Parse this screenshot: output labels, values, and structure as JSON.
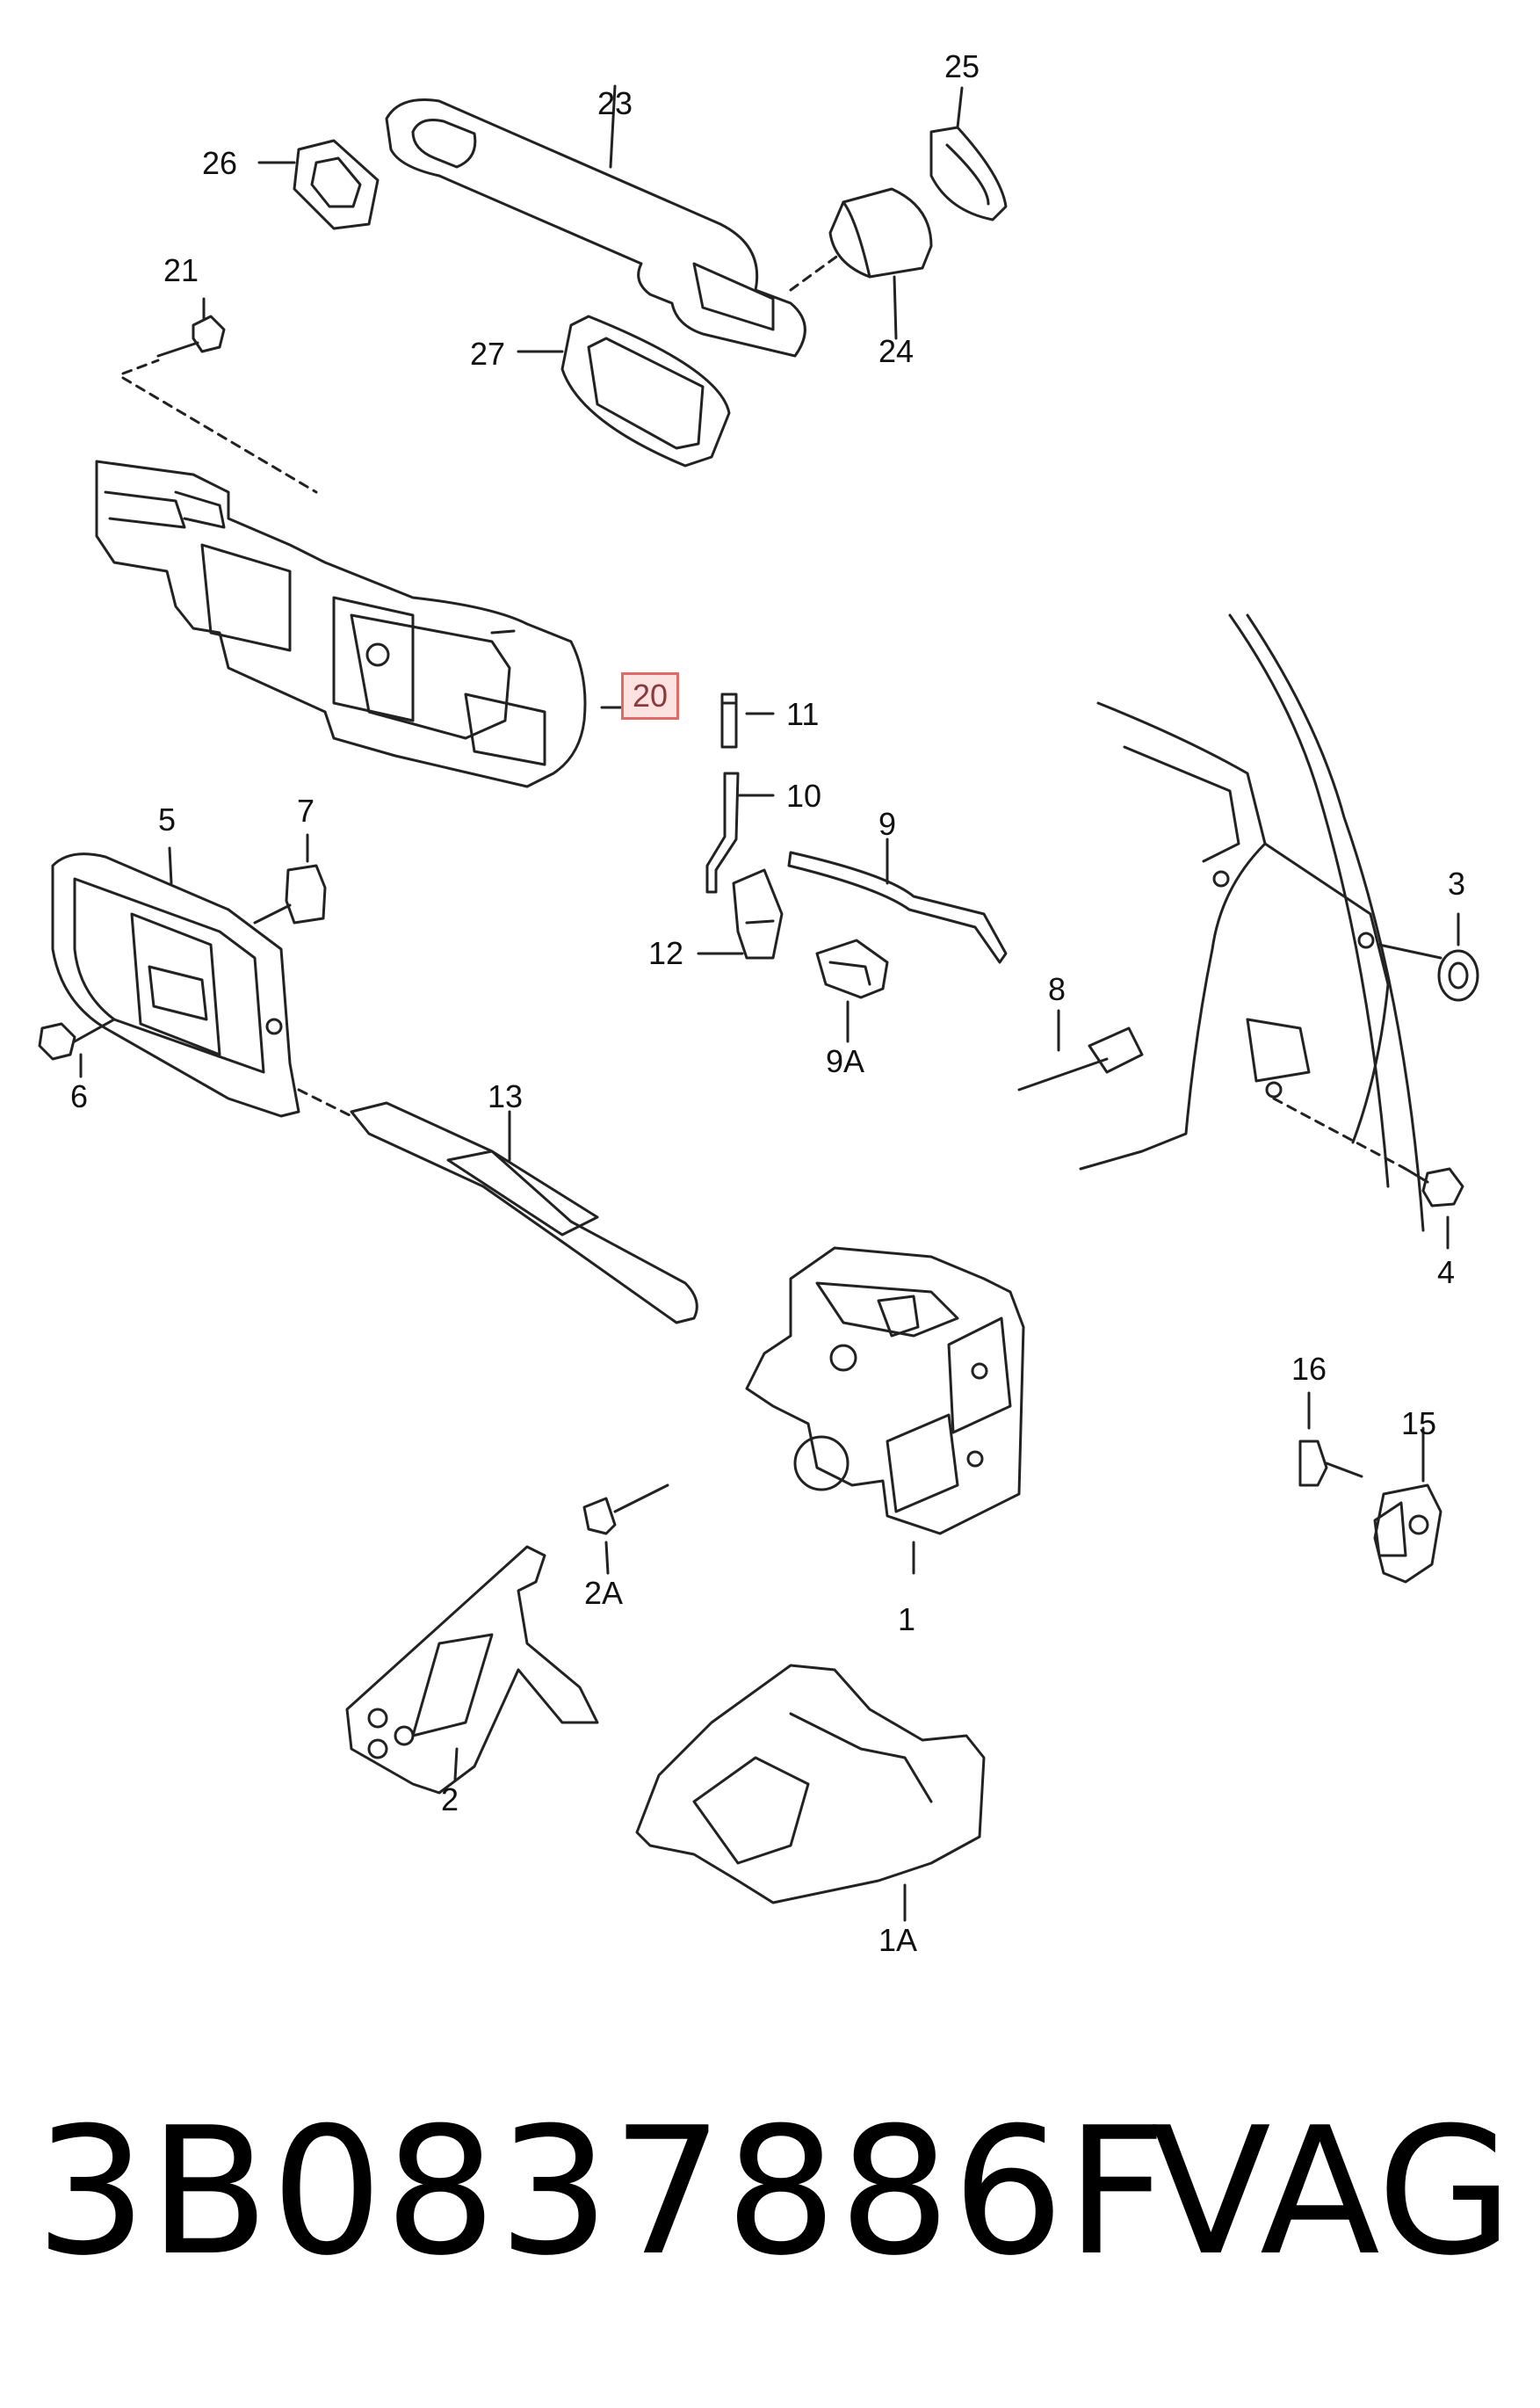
{
  "labels": {
    "c25": "25",
    "c23": "23",
    "c26": "26",
    "c21": "21",
    "c27": "27",
    "c24": "24",
    "c20": "20",
    "c11": "11",
    "c10": "10",
    "c9": "9",
    "c5": "5",
    "c7": "7",
    "c12": "12",
    "c9A": "9A",
    "c3": "3",
    "c8": "8",
    "c6": "6",
    "c13": "13",
    "c4": "4",
    "c16": "16",
    "c15": "15",
    "c2A": "2A",
    "c1": "1",
    "c2": "2",
    "c1A": "1A"
  },
  "highlight": {
    "part": "20",
    "color": "#e06a6a"
  },
  "footer": {
    "part_number": "3B0837886F",
    "brand": "VAG"
  }
}
